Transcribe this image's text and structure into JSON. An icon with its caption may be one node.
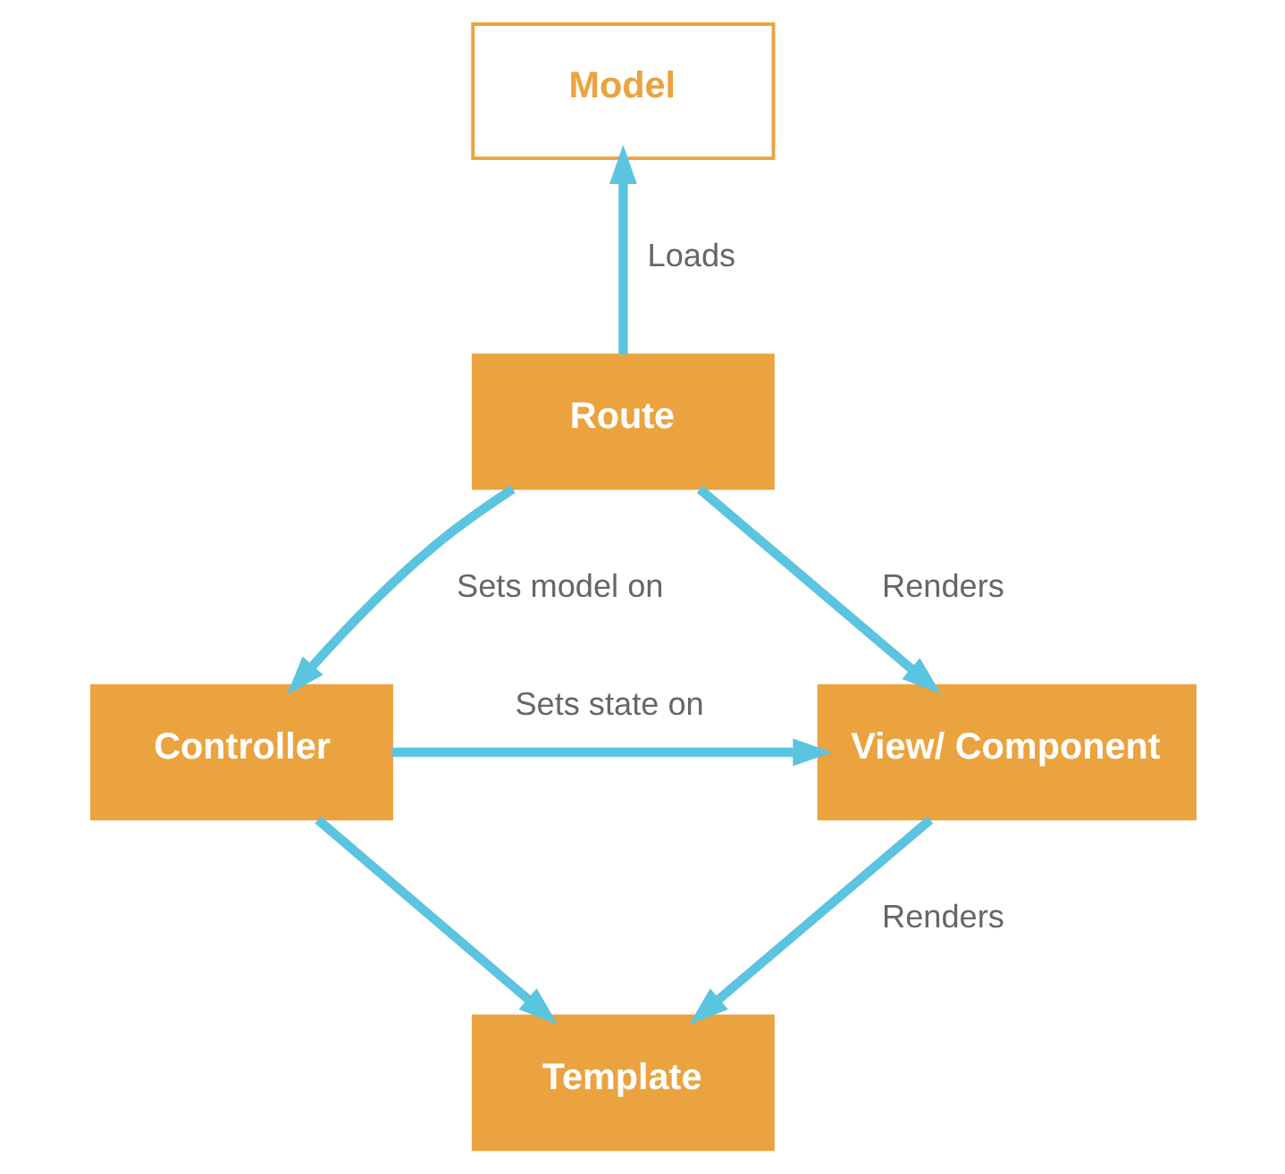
{
  "diagram": {
    "nodes": [
      {
        "text": [
          "Model"
        ]
      },
      {
        "text": [
          "Route"
        ]
      },
      {
        "text": [
          "Controller"
        ]
      },
      {
        "text": [
          "View/ Component"
        ]
      },
      {
        "text": [
          "Template"
        ]
      }
    ],
    "edges": [
      {
        "from": 1,
        "to": 0,
        "arrow": "to",
        "label": "Loads"
      },
      {
        "from": 1,
        "to": 2,
        "arrow": "to",
        "label": "Sets model on"
      },
      {
        "from": 1,
        "to": 3,
        "arrow": "to",
        "label": "Renders"
      },
      {
        "from": 2,
        "to": 3,
        "arrow": "to",
        "label": "Sets state on"
      },
      {
        "from": 2,
        "to": 4,
        "arrow": "to"
      },
      {
        "from": 3,
        "to": 4,
        "arrow": "to",
        "label": "Renders"
      }
    ]
  }
}
